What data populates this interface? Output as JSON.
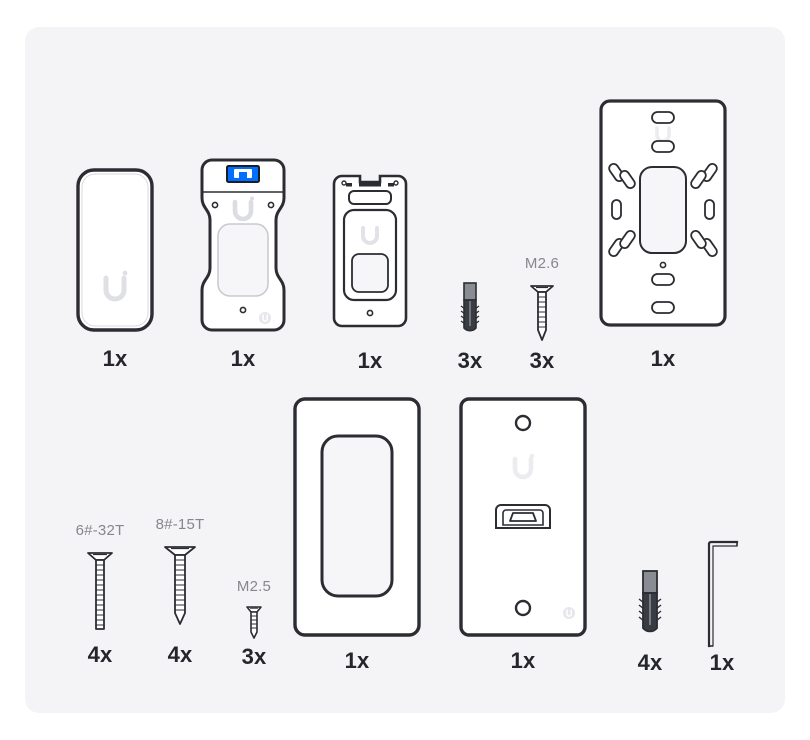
{
  "document": {
    "type": "package-contents-diagram",
    "background_color": "#ffffff",
    "panel_color": "#f4f4f6",
    "outline_color": "#2b2d33",
    "accent_color": "#006fff",
    "metal_color": "#8a8c94",
    "qty_text_color": "#25262b",
    "spec_text_color": "#86878e"
  },
  "rows": [
    {
      "name": "row-1",
      "items": [
        {
          "id": "switch-cover",
          "name": "front-cover",
          "qty": "1x",
          "spec": ""
        },
        {
          "id": "switch-module",
          "name": "switch-module",
          "qty": "1x",
          "spec": ""
        },
        {
          "id": "mounting-bracket",
          "name": "mounting-bracket",
          "qty": "1x",
          "spec": ""
        },
        {
          "id": "wall-anchor-small",
          "name": "wall-anchor",
          "qty": "3x",
          "spec": ""
        },
        {
          "id": "screw-m26",
          "name": "screw",
          "qty": "3x",
          "spec": "M2.6"
        },
        {
          "id": "wall-plate-bracket",
          "name": "wall-plate-bracket",
          "qty": "1x",
          "spec": ""
        }
      ]
    },
    {
      "name": "row-2",
      "items": [
        {
          "id": "screw-6-32t",
          "name": "machine-screw",
          "qty": "4x",
          "spec": "6#-32T"
        },
        {
          "id": "screw-8-15t",
          "name": "wood-screw",
          "qty": "4x",
          "spec": "8#-15T"
        },
        {
          "id": "screw-m25",
          "name": "screw",
          "qty": "3x",
          "spec": "M2.5"
        },
        {
          "id": "faceplate",
          "name": "faceplate",
          "qty": "1x",
          "spec": ""
        },
        {
          "id": "backplate",
          "name": "backplate",
          "qty": "1x",
          "spec": ""
        },
        {
          "id": "wall-anchor-large",
          "name": "wall-anchor",
          "qty": "4x",
          "spec": ""
        },
        {
          "id": "hex-key",
          "name": "hex-key",
          "qty": "1x",
          "spec": ""
        }
      ]
    }
  ]
}
